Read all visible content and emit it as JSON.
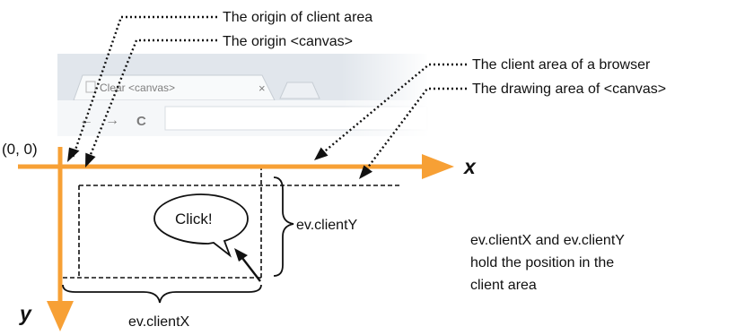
{
  "labels": {
    "origin_client": "The origin of client area",
    "origin_canvas": "The origin <canvas>",
    "client_area": "The client area of a browser",
    "drawing_area": "The drawing area of <canvas>",
    "origin_coord": "(0, 0)",
    "x_axis": "x",
    "y_axis": "y",
    "client_y": "ev.clientY",
    "client_x": "ev.clientX",
    "click": "Click!",
    "note_line1": "ev.clientX and ev.clientY",
    "note_line2": "hold the position in the",
    "note_line3": "client area"
  },
  "browser": {
    "tab_title": "Clear <canvas>",
    "tab_close": "×",
    "back": "←",
    "forward": "→",
    "reload": "C"
  },
  "colors": {
    "axis": "#f7a035",
    "chrome_frame": "#c9d3de",
    "toolbar": "#eef1f5",
    "dashed": "#111111"
  }
}
